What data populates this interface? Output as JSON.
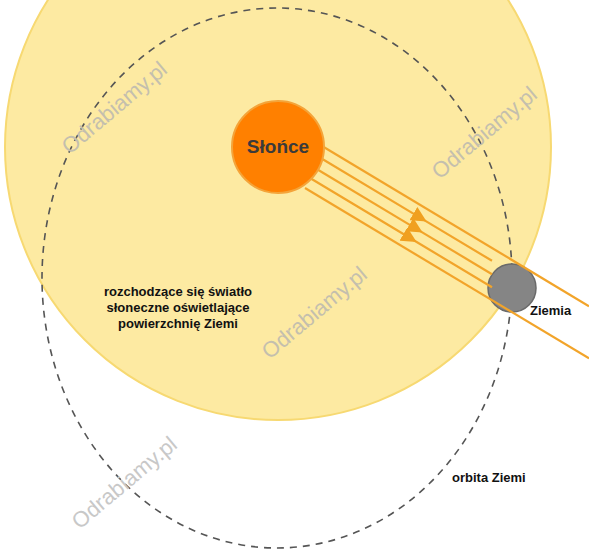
{
  "diagram": {
    "nodes": [
      {
        "text": [
          "rozchodzące się światło słoneczne oświetlające powierzchnię Ziemi"
        ]
      },
      {
        "text": [
          "Słońce"
        ],
        "in": 0
      }
    ],
    "labels": [
      "Ziemia",
      "orbita Ziemi",
      "Odrabiamy.pl",
      "Odrabiamy.pl",
      "Odrabiamy.pl",
      "Odrabiamy.pl"
    ]
  }
}
